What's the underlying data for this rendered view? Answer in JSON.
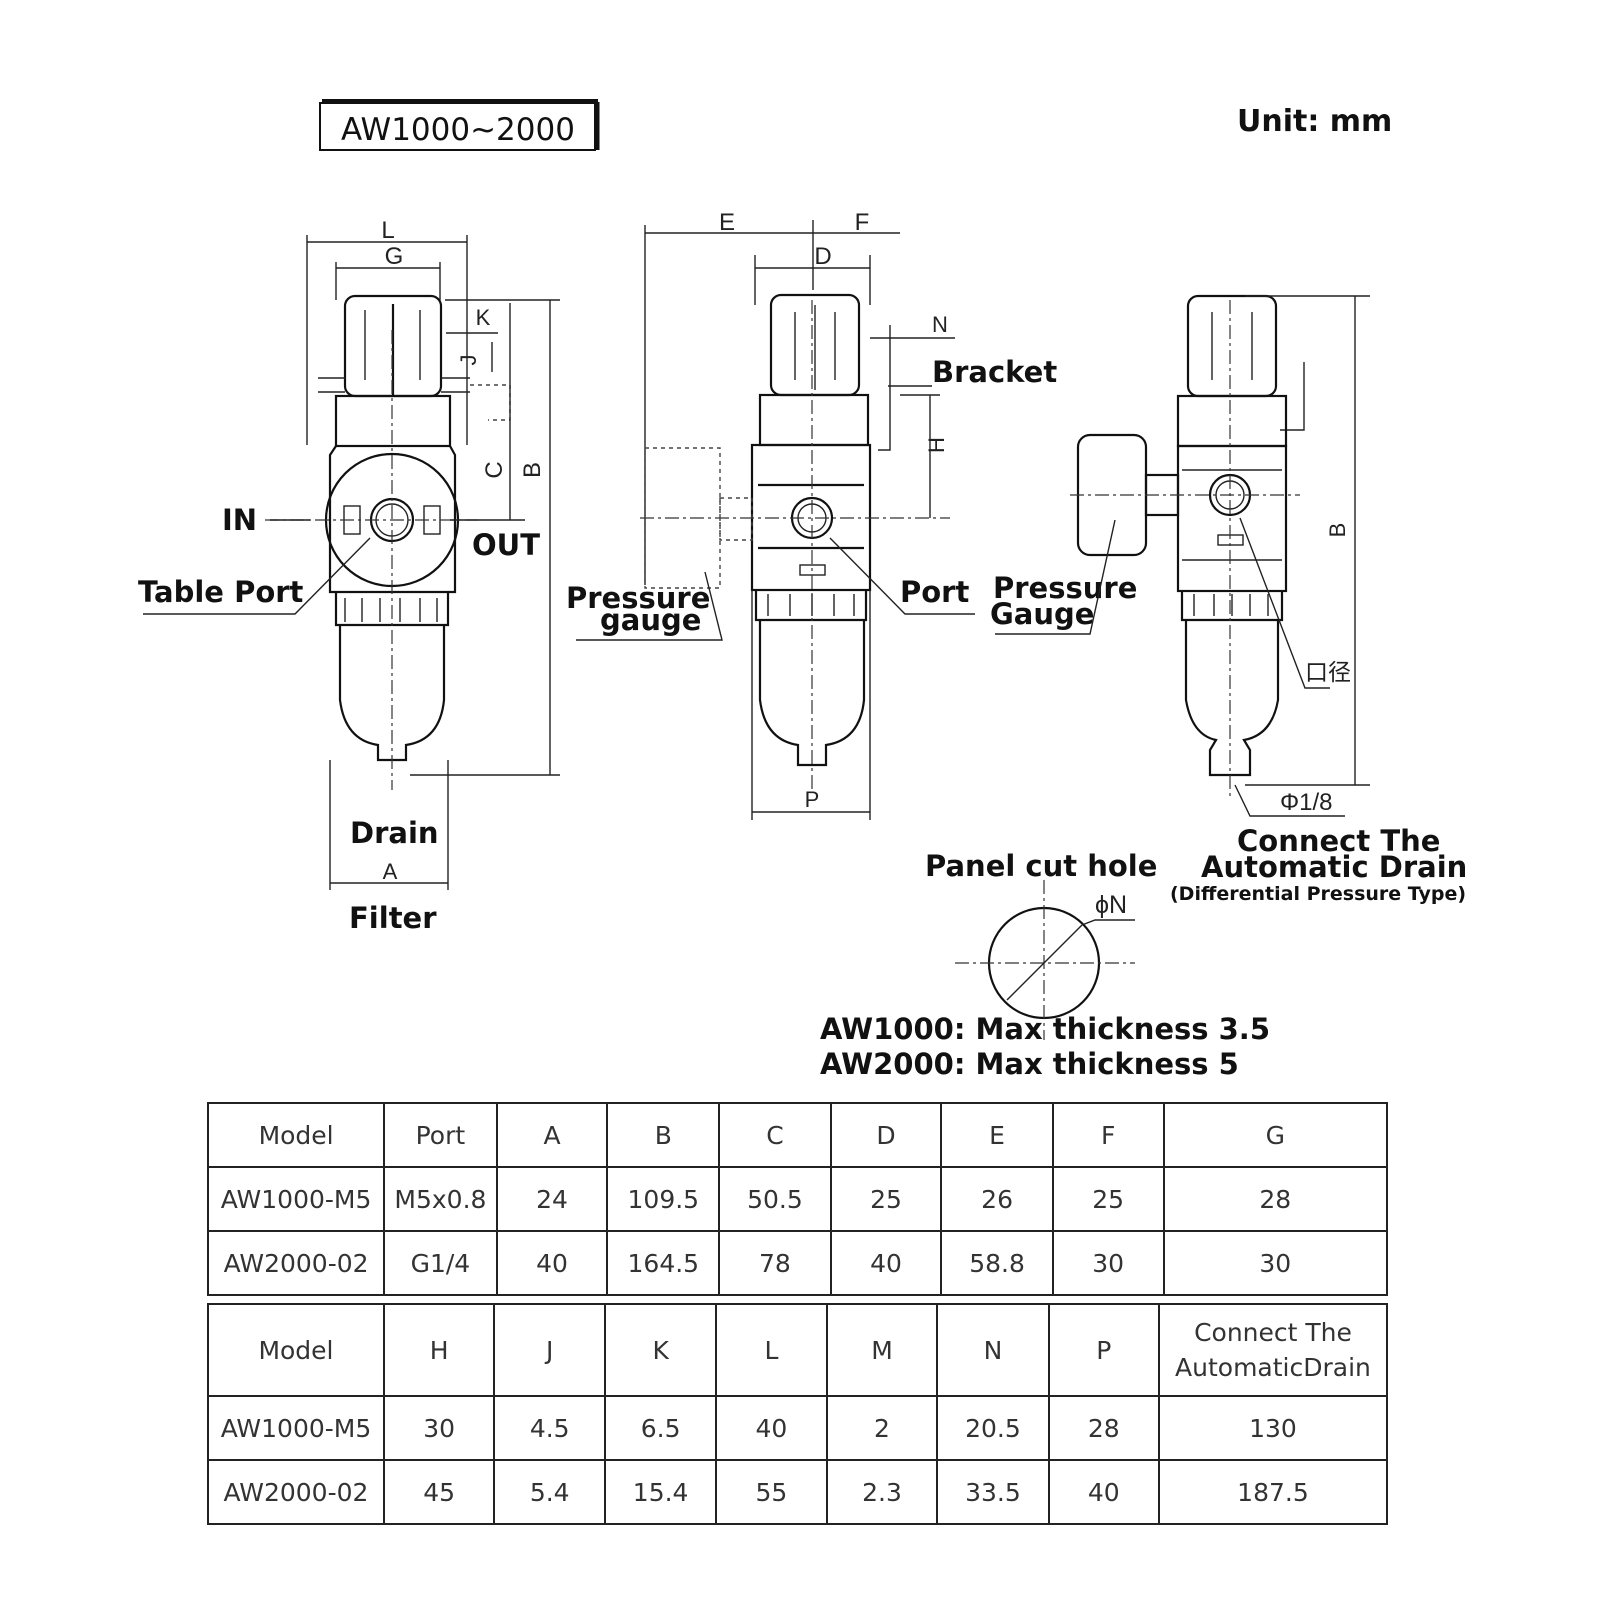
{
  "title_box": "AW1000~2000",
  "unit": "Unit: mm",
  "labels": {
    "in": "IN",
    "out": "OUT",
    "table_port": "Table Port",
    "drain": "Drain",
    "filter": "Filter",
    "bracket": "Bracket",
    "pressure_gauge_1a": "Pressure",
    "pressure_gauge_1b": "gauge",
    "port": "Port",
    "pressure_gauge_2a": "Pressure",
    "pressure_gauge_2b": "Gauge",
    "caliber": "口径",
    "phi_18": "Φ1/8",
    "connect_1": "Connect The",
    "connect_2": "Automatic Drain",
    "connect_3": "(Differential Pressure Type)",
    "panel_cut": "Panel cut hole",
    "phi_n": "ϕN",
    "aw1000_note": "AW1000: Max thickness 3.5",
    "aw2000_note": "AW2000: Max thickness 5"
  },
  "dims": {
    "L": "L",
    "G": "G",
    "K": "K",
    "J": "J",
    "C": "C",
    "B": "B",
    "A": "A",
    "E": "E",
    "F": "F",
    "D": "D",
    "N": "N",
    "H": "H",
    "P": "P",
    "B2": "B"
  },
  "table1": {
    "header": [
      "Model",
      "Port",
      "A",
      "B",
      "C",
      "D",
      "E",
      "F",
      "G"
    ],
    "rows": [
      [
        "AW1000-M5",
        "M5x0.8",
        "24",
        "109.5",
        "50.5",
        "25",
        "26",
        "25",
        "28"
      ],
      [
        "AW2000-02",
        "G1/4",
        "40",
        "164.5",
        "78",
        "40",
        "58.8",
        "30",
        "30"
      ]
    ]
  },
  "table2": {
    "header": [
      "Model",
      "H",
      "J",
      "K",
      "L",
      "M",
      "N",
      "P",
      "Connect The",
      "AutomaticDrain"
    ],
    "rows": [
      [
        "AW1000-M5",
        "30",
        "4.5",
        "6.5",
        "40",
        "2",
        "20.5",
        "28",
        "130"
      ],
      [
        "AW2000-02",
        "45",
        "5.4",
        "15.4",
        "55",
        "2.3",
        "33.5",
        "40",
        "187.5"
      ]
    ]
  }
}
